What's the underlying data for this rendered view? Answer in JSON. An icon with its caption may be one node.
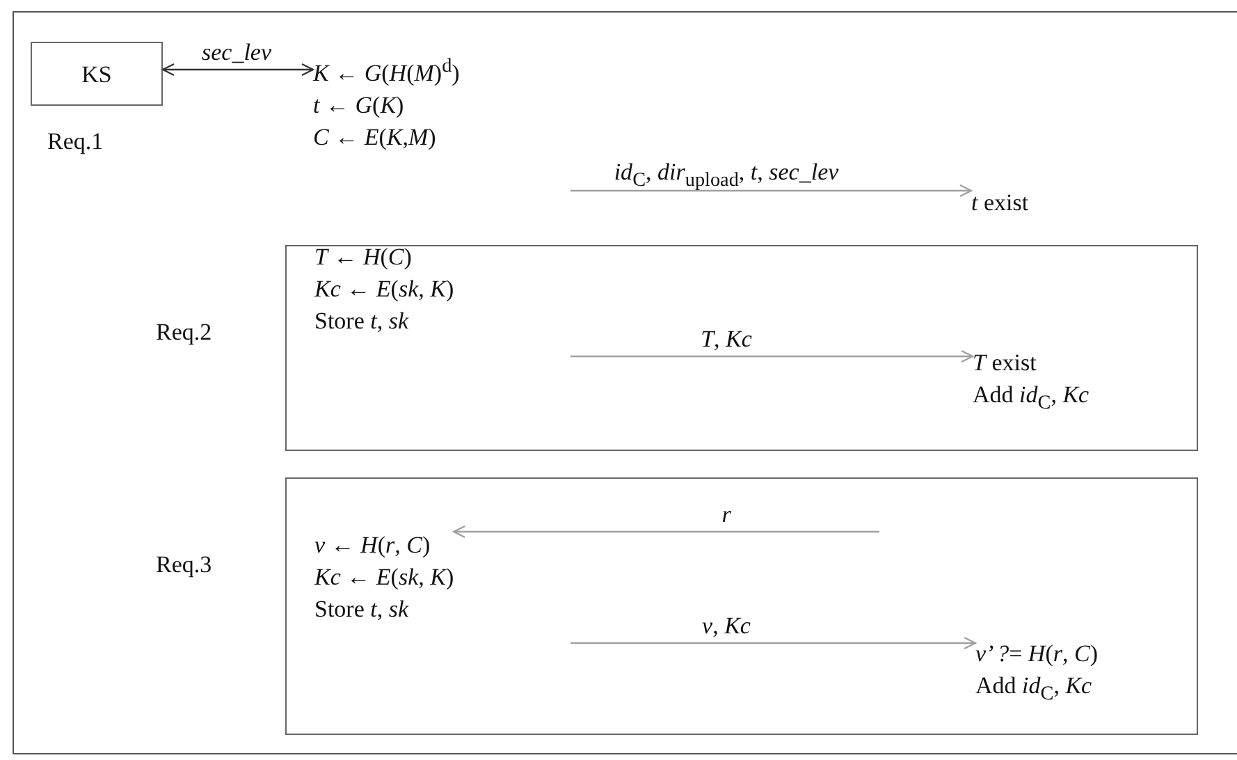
{
  "diagram": {
    "nodes": [
      {
        "text": [
          "KS"
        ]
      },
      {
        "text": [
          "*K* ← *G*(*H*(*M*)$^{d}$)",
          "*t* ← *G*(*K*)",
          "*C* ← *E*(*K*,*M*)"
        ]
      },
      {
        "text": [
          "*t* exist"
        ]
      },
      {
        "text": [],
        "shape": "box"
      },
      {
        "text": [
          "*T* ← *H*(*C*)",
          "*Kc* ← *E*(*sk*, *K*)",
          "Store *t*, *sk*"
        ],
        "in": 3
      },
      {
        "text": [
          "*T* exist",
          "Add *id*$_{C}$, *Kc*"
        ],
        "in": 3
      },
      {
        "text": [],
        "shape": "box"
      },
      {
        "text": [
          "*v* ← *H*(*r*, *C*)",
          "*Kc* ← *E*(*sk*, *K*)",
          "Store *t*, *sk*"
        ],
        "in": 6
      },
      {
        "text": [
          "*v’ ?*= *H*(*r*, *C*)",
          "Add *id*$_{C}$, *Kc*"
        ],
        "in": 6
      }
    ],
    "edges": [
      {
        "from": 0,
        "to": 1,
        "arrow": "both",
        "label": "*sec_lev*",
        "color": "#333333"
      },
      {
        "from": null,
        "to": 2,
        "arrow": "to",
        "label": "*id*$_{C}$, *dir*$_{upload}$, *t*, *sec_lev*"
      },
      {
        "from": null,
        "to": 5,
        "arrow": "to",
        "label": "*T*, *Kc*"
      },
      {
        "from": null,
        "to": 7,
        "arrow": "to",
        "label": "*r*"
      },
      {
        "from": null,
        "to": 8,
        "arrow": "to",
        "label": "*v*, *Kc*"
      }
    ],
    "labels": [
      "Req.1",
      "Req.2",
      "Req.3"
    ]
  }
}
